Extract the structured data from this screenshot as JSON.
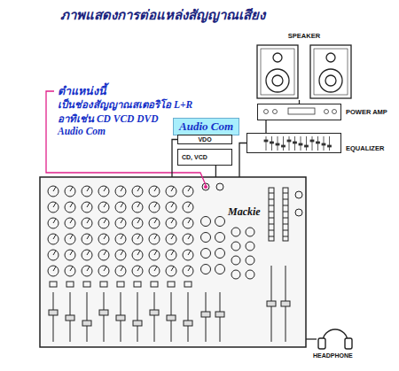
{
  "diagram": {
    "title": "ภาพแสดงการต่อแหล่งสัญญาณเสียง",
    "nodes": [
      {
        "text": [
          "Audio Com"
        ]
      },
      {
        "text": [
          "VDO"
        ]
      },
      {
        "text": [
          "CD, VCD"
        ]
      },
      {
        "text": [
          "SPEAKER"
        ]
      },
      {
        "text": [
          "POWER AMP"
        ]
      },
      {
        "text": [
          "EQUALIZER"
        ]
      },
      {
        "text": [
          "Mackie"
        ]
      },
      {
        "text": [
          "HEADPHONE"
        ]
      }
    ],
    "edges": [
      {
        "from": 1,
        "to": 6,
        "arrow": "none"
      },
      {
        "from": 2,
        "to": 6,
        "arrow": "none"
      },
      {
        "from": 6,
        "to": 5,
        "arrow": "none"
      },
      {
        "from": 5,
        "to": 4,
        "arrow": "none"
      },
      {
        "from": 4,
        "to": 3,
        "arrow": "none"
      },
      {
        "from": 6,
        "to": 7,
        "arrow": "none"
      }
    ],
    "labels": [
      "ตำแหน่งนี้",
      "เป็นช่องสัญญาณสเตอริโอ L+R",
      "อาทิเช่น CD VCD DVD",
      "Audio Com"
    ]
  }
}
